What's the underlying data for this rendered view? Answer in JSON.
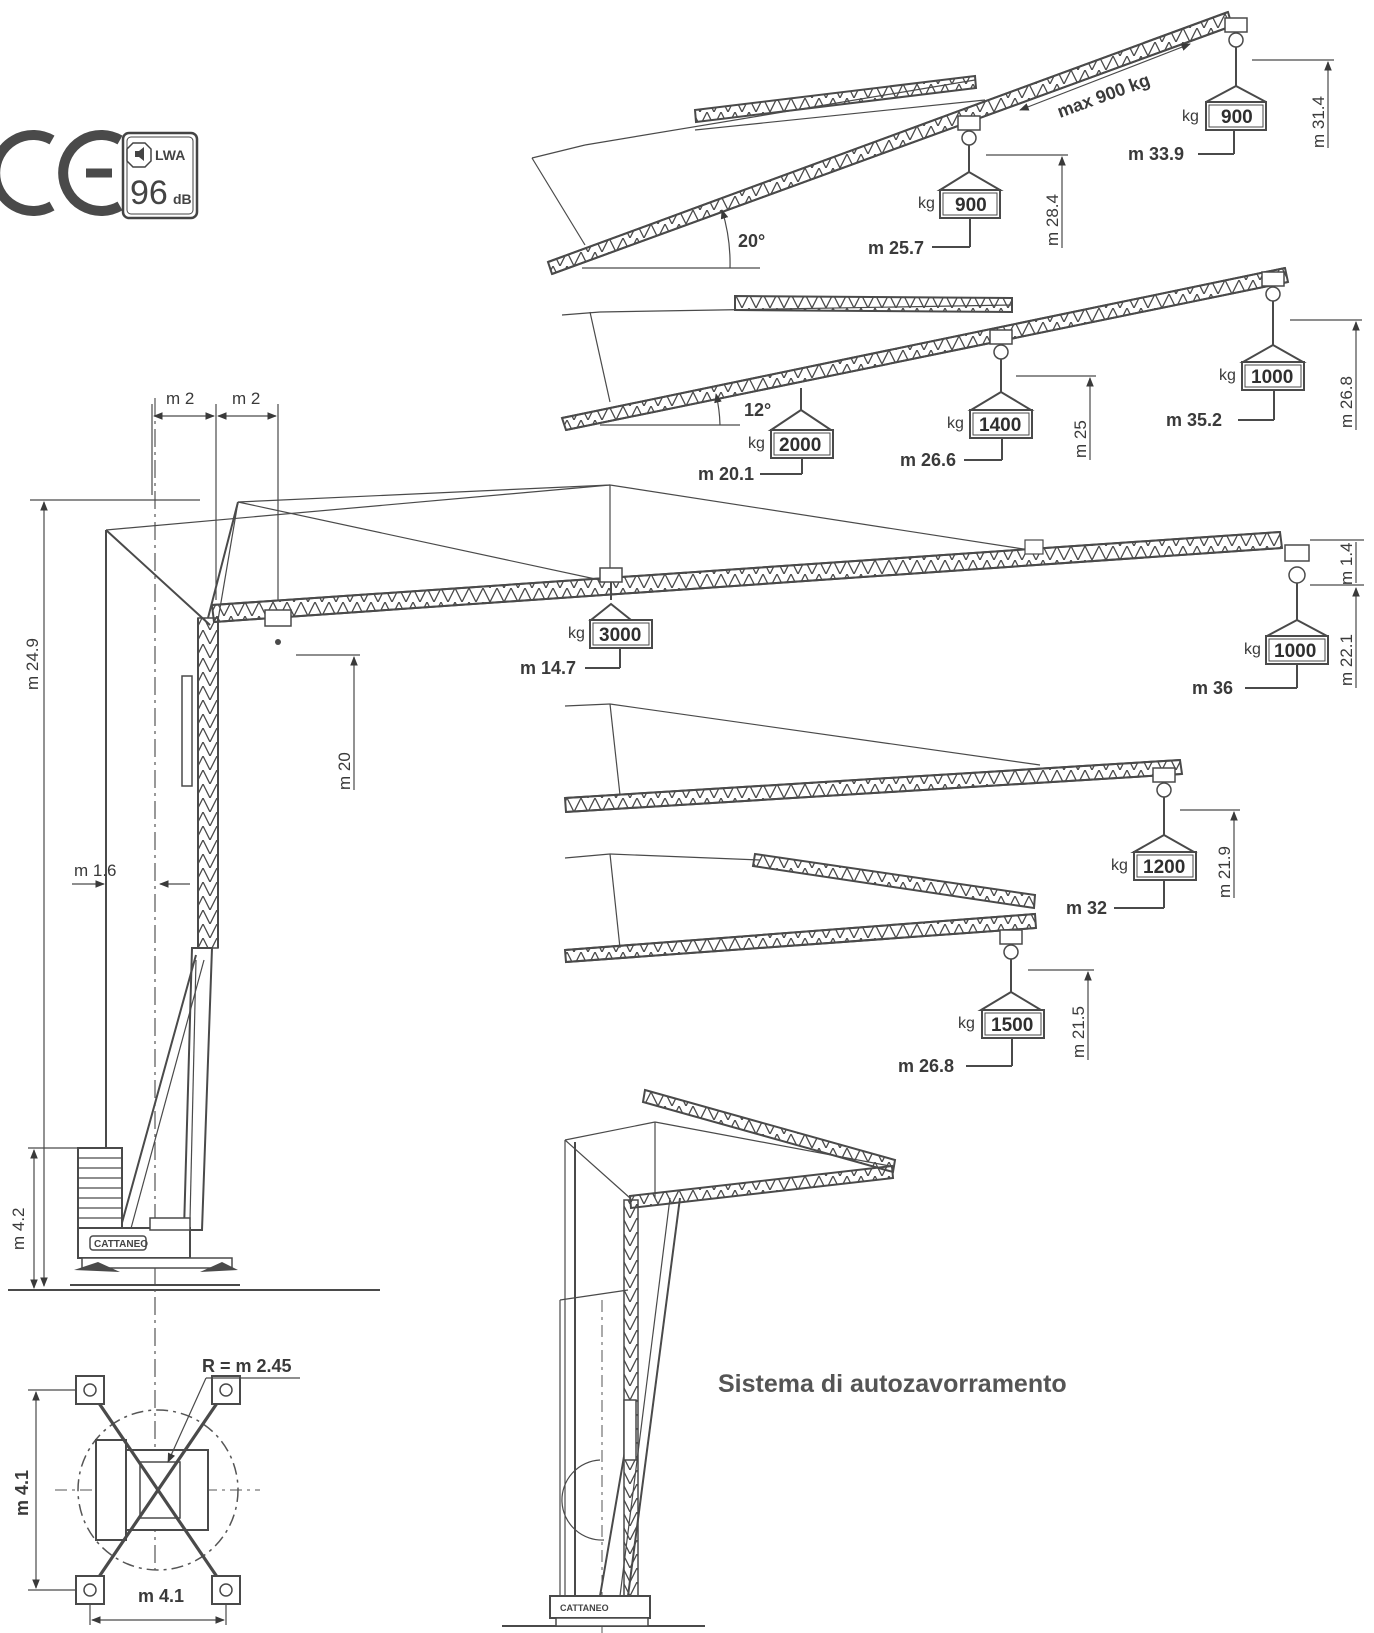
{
  "certification": {
    "ce_mark": "CE",
    "noise_label": "LWA",
    "noise_value": "96",
    "noise_unit": "dB"
  },
  "main_crane": {
    "brand": "CATTANEO",
    "dims": {
      "top_left_offset": "m 2",
      "top_right_offset": "m 2",
      "height_total": "m 24.9",
      "hook_height": "m 20",
      "mast_offset": "m 1.6",
      "ballast_height": "m 4.2",
      "tip_height": "m 1.4",
      "tip_hook_height": "m 22.1"
    },
    "loads": [
      {
        "kg_label": "kg",
        "weight": "3000",
        "radius": "m 14.7"
      },
      {
        "kg_label": "kg",
        "weight": "1000",
        "radius": "m 36"
      }
    ]
  },
  "config_20deg": {
    "angle": "20°",
    "note": "max 900 kg",
    "loads": [
      {
        "kg_label": "kg",
        "weight": "900",
        "radius": "m 25.7",
        "height": "m 28.4"
      },
      {
        "kg_label": "kg",
        "weight": "900",
        "radius": "m 33.9",
        "height": "m 31.4"
      }
    ]
  },
  "config_12deg": {
    "angle": "12°",
    "loads": [
      {
        "kg_label": "kg",
        "weight": "2000",
        "radius": "m 20.1"
      },
      {
        "kg_label": "kg",
        "weight": "1400",
        "radius": "m 26.6",
        "height": "m 25"
      },
      {
        "kg_label": "kg",
        "weight": "1000",
        "radius": "m 35.2",
        "height": "m 26.8"
      }
    ]
  },
  "config_32": {
    "load": {
      "kg_label": "kg",
      "weight": "1200",
      "radius": "m 32",
      "height": "m 21.9"
    }
  },
  "config_26_8": {
    "load": {
      "kg_label": "kg",
      "weight": "1500",
      "radius": "m 26.8",
      "height": "m 21.5"
    }
  },
  "base_plan": {
    "radius": "R = m 2.45",
    "width": "m 4.1",
    "depth": "m 4.1"
  },
  "self_ballast": {
    "caption": "Sistema di autozavorramento",
    "brand": "CATTANEO"
  }
}
